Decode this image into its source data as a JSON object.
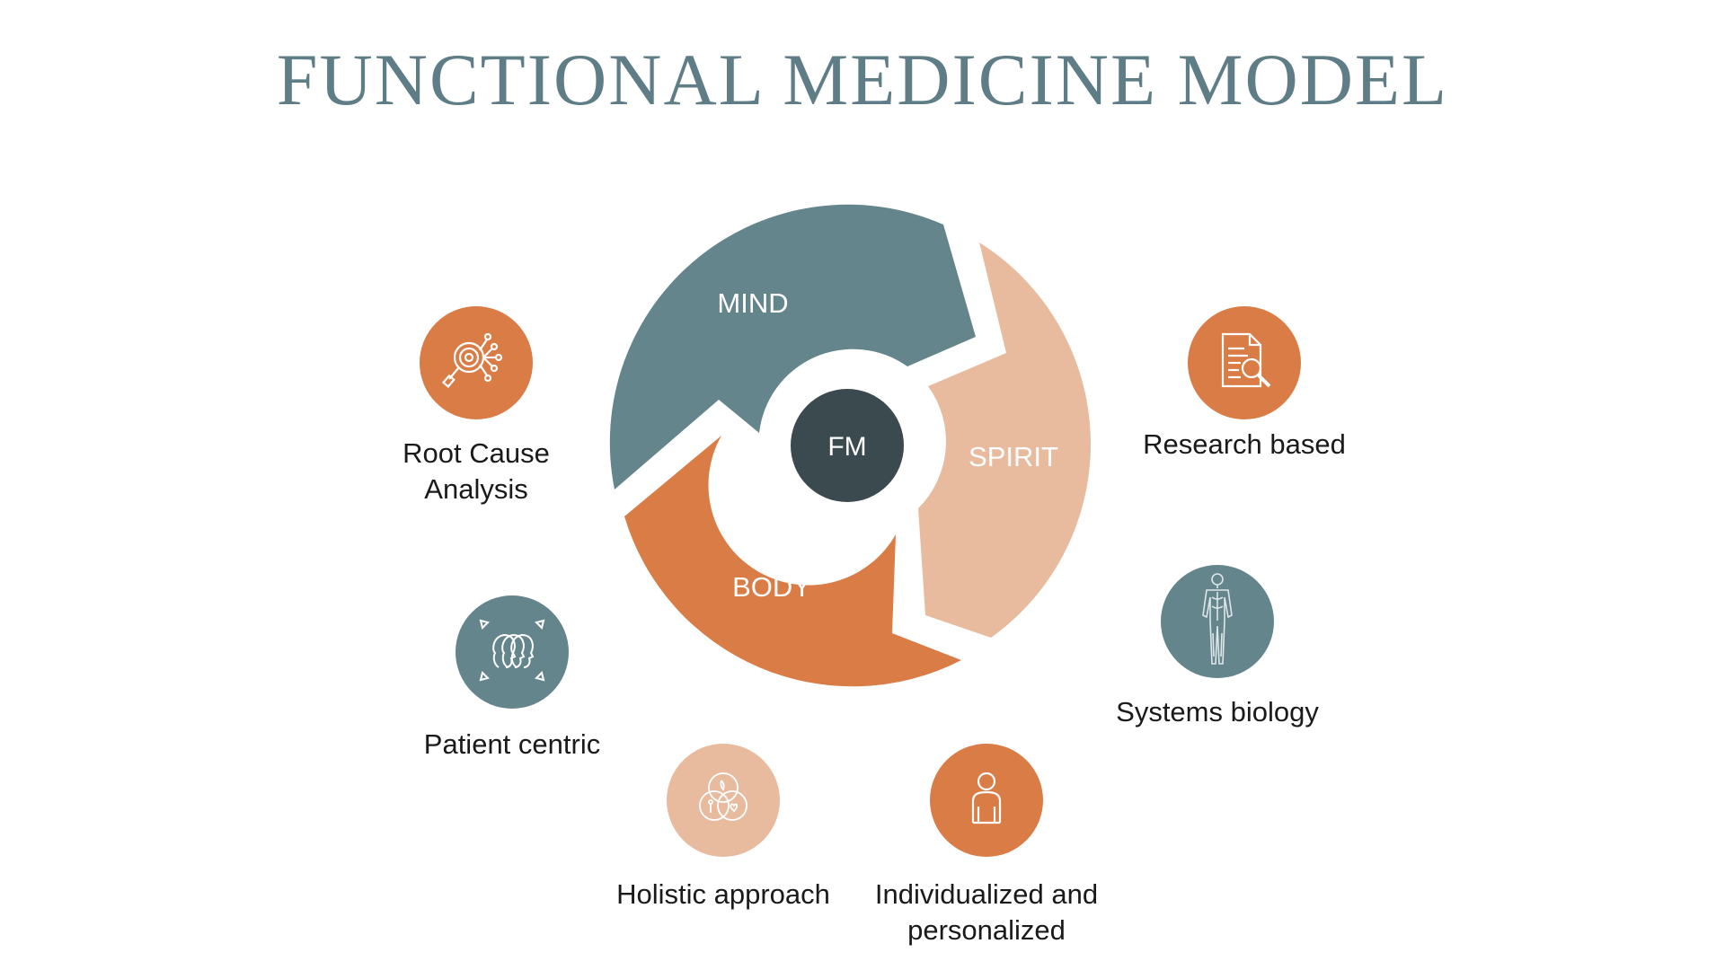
{
  "title": "FUNCTIONAL MEDICINE MODEL",
  "cycle": {
    "center": "FM",
    "segments": [
      {
        "label": "MIND",
        "color": "#65858d"
      },
      {
        "label": "SPIRIT",
        "color": "#e8bb9f"
      },
      {
        "label": "BODY",
        "color": "#da7c46"
      }
    ],
    "center_color": "#3b4a4f"
  },
  "features": {
    "root_cause": {
      "line1": "Root Cause",
      "line2": "Analysis",
      "icon": "magnifier-network-icon",
      "color": "#da7c46"
    },
    "research": {
      "line1": "Research based",
      "icon": "document-search-icon",
      "color": "#da7c46"
    },
    "patient": {
      "line1": "Patient centric",
      "icon": "people-heads-icon",
      "color": "#65858d"
    },
    "systems": {
      "line1": "Systems biology",
      "icon": "human-body-icon",
      "color": "#65858d"
    },
    "holistic": {
      "line1": "Holistic approach",
      "icon": "venn-mind-body-spirit-icon",
      "color": "#e8bb9f"
    },
    "individual": {
      "line1": "Individualized and",
      "line2": "personalized",
      "icon": "person-icon",
      "color": "#da7c46"
    }
  }
}
